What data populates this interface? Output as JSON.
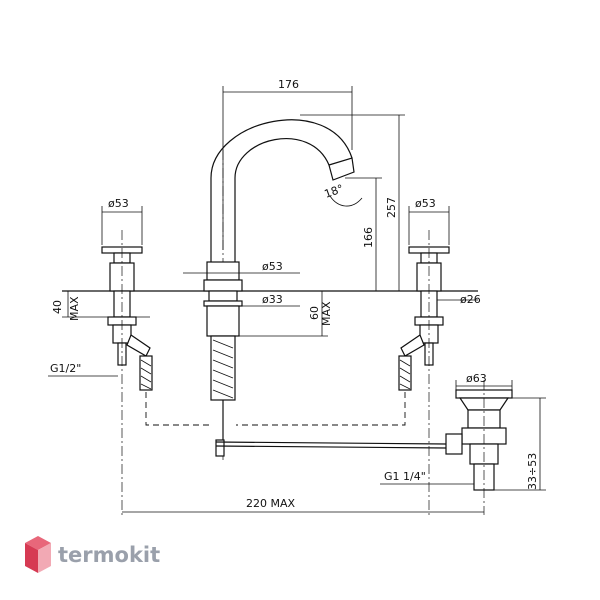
{
  "dimensions": {
    "spout_reach": "176",
    "total_height": "257",
    "spout_height": "166",
    "spout_angle": "18°",
    "handle_dia_left": "ø53",
    "handle_dia_right": "ø53",
    "body_dia": "ø53",
    "shank_dia": "ø33",
    "valve_dia": "ø26",
    "deck_thickness_max": "40",
    "deck_thickness_max_unit": "MAX",
    "spout_deck_max": "60",
    "spout_deck_max_unit": "MAX",
    "inlet_thread": "G1/2\"",
    "drain_flange_dia": "ø63",
    "drain_thread": "G1  1/4\"",
    "drain_range": "33÷53",
    "spread_max": "220  MAX"
  },
  "logo": {
    "text": "termokit",
    "colors": {
      "top": "#e8677a",
      "left": "#d63a53",
      "right": "#f2a9b4"
    }
  }
}
